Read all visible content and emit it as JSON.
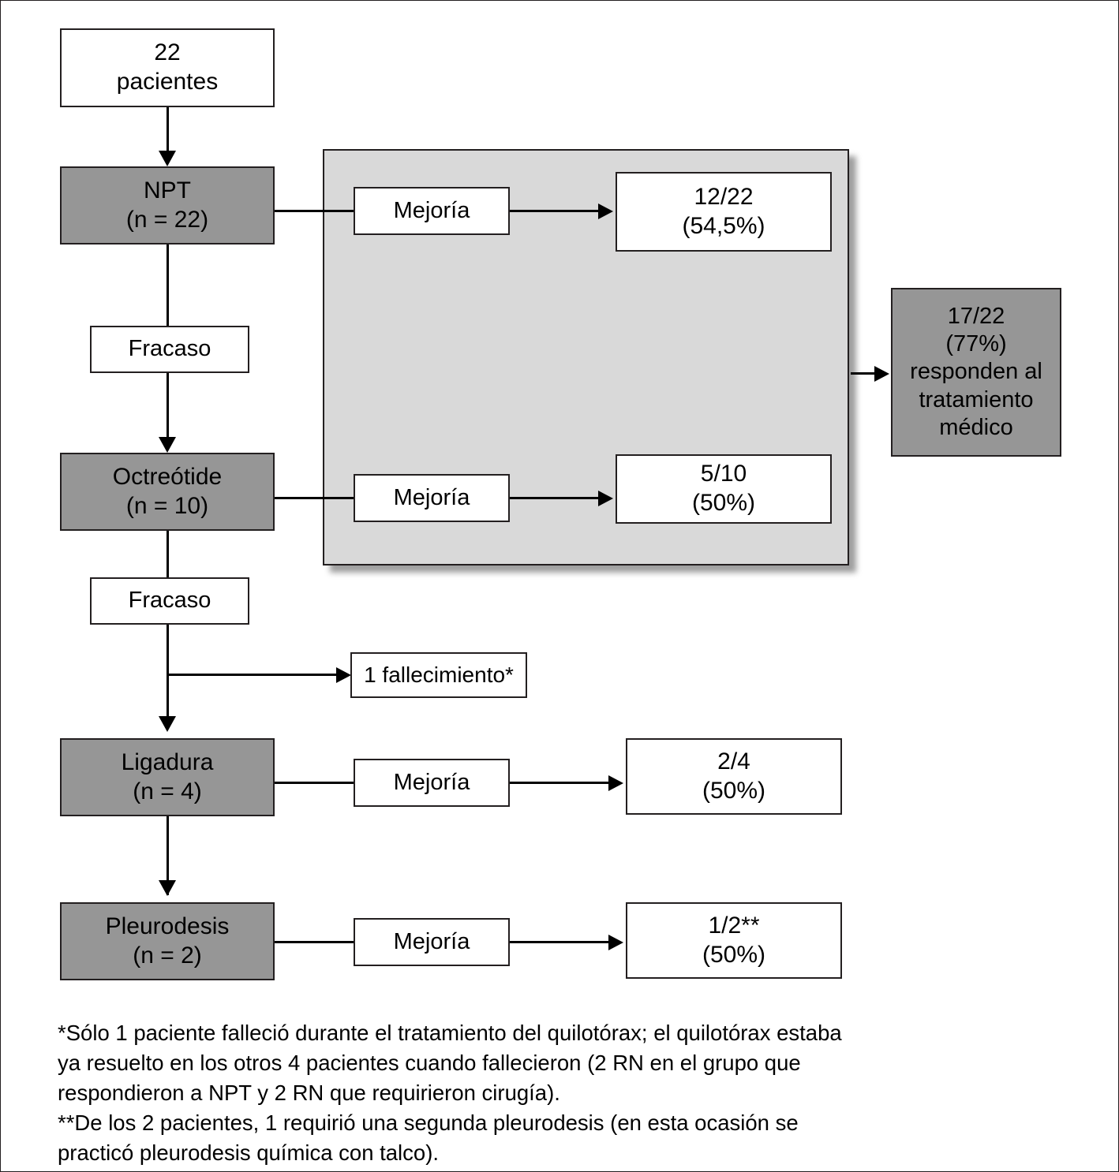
{
  "figure": {
    "type": "flowchart",
    "language": "es",
    "colors": {
      "node_gray": "#969696",
      "panel_gray": "#d9d9d9",
      "stroke": "#231f20",
      "background": "#ffffff"
    }
  },
  "nodes": {
    "start": {
      "line1": "22",
      "line2": "pacientes"
    },
    "npt": {
      "line1": "NPT",
      "line2": "(n = 22)"
    },
    "octreotide": {
      "line1": "Octreótide",
      "line2": "(n = 10)"
    },
    "ligadura": {
      "line1": "Ligadura",
      "line2": "(n = 4)"
    },
    "pleurodesis": {
      "line1": "Pleurodesis",
      "line2": "(n = 2)"
    },
    "fracaso1": {
      "label": "Fracaso"
    },
    "fracaso2": {
      "label": "Fracaso"
    },
    "mejoria1": {
      "label": "Mejoría"
    },
    "mejoria2": {
      "label": "Mejoría"
    },
    "mejoria3": {
      "label": "Mejoría"
    },
    "mejoria4": {
      "label": "Mejoría"
    },
    "fallecimiento": {
      "label": "1 fallecimiento*"
    },
    "result_npt": {
      "line1": "12/22",
      "line2": "(54,5%)"
    },
    "result_octreotide": {
      "line1": "5/10",
      "line2": "(50%)"
    },
    "result_ligadura": {
      "line1": "2/4",
      "line2": "(50%)"
    },
    "result_pleurodesis": {
      "line1": "1/2**",
      "line2": "(50%)"
    },
    "summary": {
      "line1": "17/22",
      "line2": "(77%)",
      "line3": "responden al",
      "line4": "tratamiento",
      "line5": "médico"
    }
  },
  "footnotes": {
    "note1": "*Sólo 1 paciente falleció durante el tratamiento del quilotórax; el quilotórax estaba ya resuelto en los otros 4 pacientes cuando fallecieron (2 RN en el grupo que respondieron a NPT y 2 RN que requirieron cirugía).",
    "note2": "**De los 2 pacientes, 1 requirió una segunda pleurodesis (en esta ocasión se practicó pleurodesis química con talco)."
  }
}
